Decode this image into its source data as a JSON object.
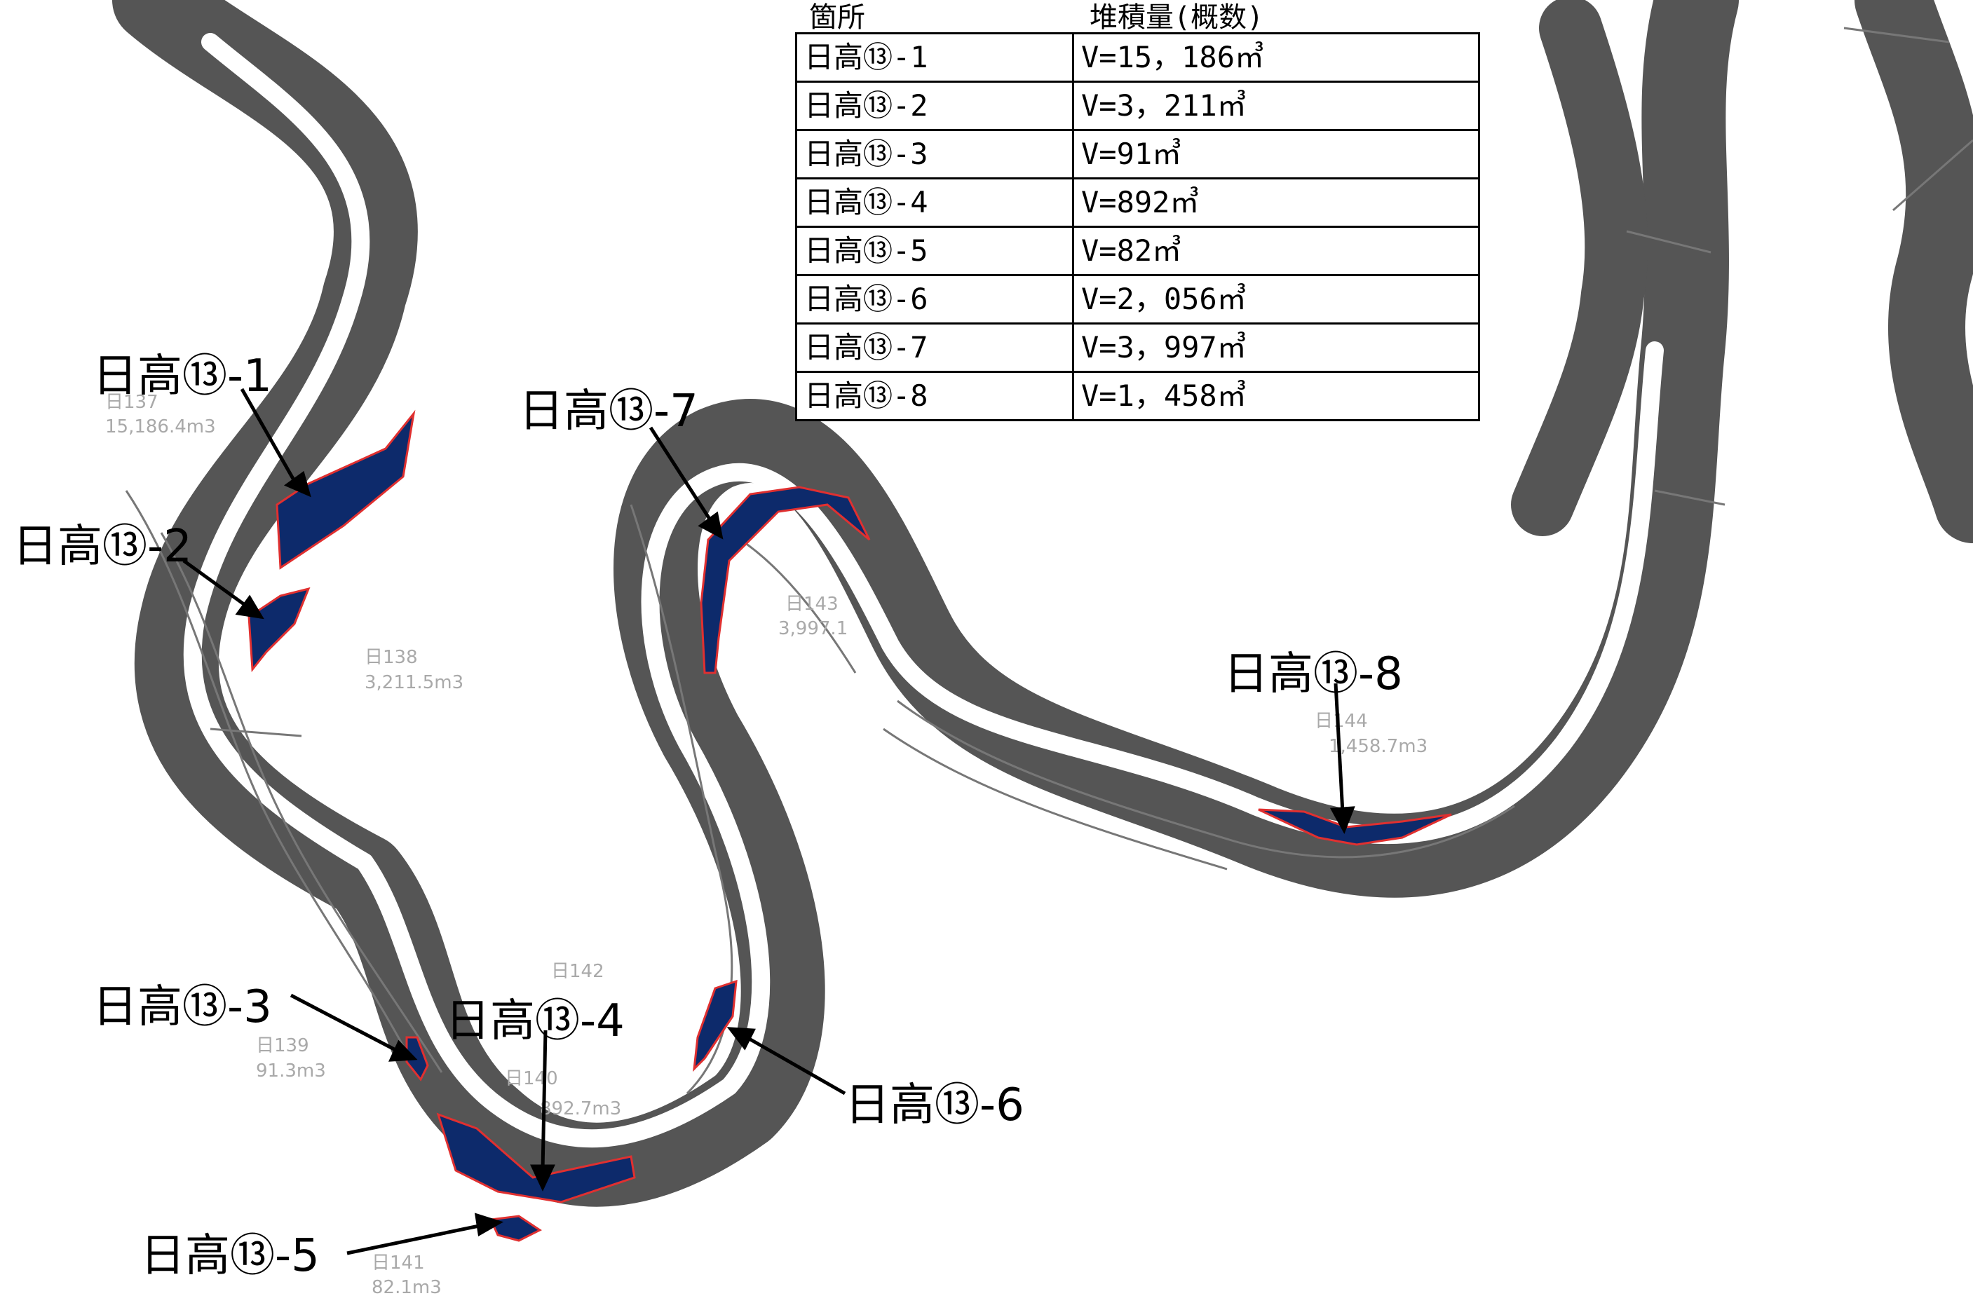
{
  "table": {
    "headers": {
      "location": "箇所",
      "volume": "堆積量(概数)"
    },
    "rows": [
      {
        "location": "日高⑬-1",
        "volume": "V=15，186㎥"
      },
      {
        "location": "日高⑬-2",
        "volume": "V=3，211㎥"
      },
      {
        "location": "日高⑬-3",
        "volume": "V=91㎥"
      },
      {
        "location": "日高⑬-4",
        "volume": "V=892㎥"
      },
      {
        "location": "日高⑬-5",
        "volume": "V=82㎥"
      },
      {
        "location": "日高⑬-6",
        "volume": "V=2，056㎥"
      },
      {
        "location": "日高⑬-7",
        "volume": "V=3，997㎥"
      },
      {
        "location": "日高⑬-8",
        "volume": "V=1，458㎥"
      }
    ]
  },
  "callouts": {
    "c1": "日高⑬-1",
    "c2": "日高⑬-2",
    "c3": "日高⑬-3",
    "c4": "日高⑬-4",
    "c5": "日高⑬-5",
    "c6": "日高⑬-6",
    "c7": "日高⑬-7",
    "c8": "日高⑬-8"
  },
  "map_labels": {
    "l137": "日137",
    "l137v": "15,186.4m3",
    "l138": "日138",
    "l138v": "3,211.5m3",
    "l139": "日139",
    "l139v": "91.3m3",
    "l140": "日140",
    "l140v": "892.7m3",
    "l141": "日141",
    "l141v": "82.1m3",
    "l142": "日142",
    "l143": "日143",
    "l143v": "3,997.1",
    "l144": "日144",
    "l144v": "1,458.7m3"
  },
  "colors": {
    "river": "#555555",
    "river_edge": "#3f3f3f",
    "linework": "#777777",
    "deposit": "#0d2a6b",
    "deposit_edge": "#e03030",
    "faint_label": "#a9a9a9"
  }
}
